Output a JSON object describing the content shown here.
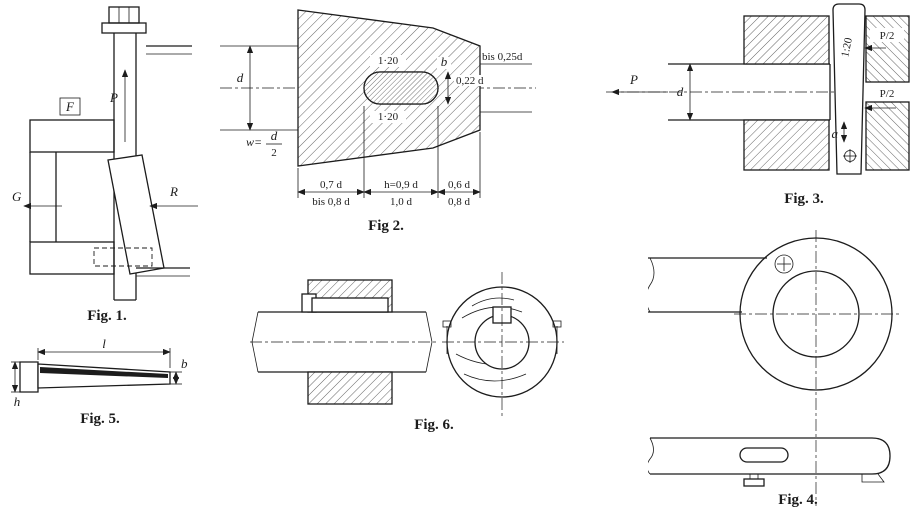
{
  "page": {
    "ink": "#1c1c1c",
    "paper": "#ffffff"
  },
  "fig1": {
    "caption": "Fig. 1.",
    "label_p": "P",
    "label_f": "F",
    "label_g": "G",
    "label_r": "R"
  },
  "fig2": {
    "caption": "Fig 2.",
    "label_d": "d",
    "taper_top": "1·20",
    "taper_bottom": "1·20",
    "label_b": "b",
    "dim_b_value": "0,22 d",
    "dim_b_range": "bis 0,25d",
    "label_w": "w=",
    "frac_numerator": "d",
    "frac_denominator": "2",
    "dim_row1_left": "0,7 d",
    "dim_row2_left": "bis 0,8 d",
    "dim_row1_mid": "h=0,9 d",
    "dim_row2_mid": "1,0 d",
    "dim_row1_right": "0,6 d",
    "dim_row2_right": "0,8 d"
  },
  "fig3": {
    "caption": "Fig. 3.",
    "label_p": "P",
    "label_d": "d",
    "label_p_half_top": "P/2",
    "label_p_half_bottom": "P/2",
    "taper": "1:20",
    "label_a": "a"
  },
  "fig4": {
    "caption": "Fig. 4."
  },
  "fig5": {
    "caption": "Fig. 5.",
    "label_l": "l",
    "label_b": "b",
    "label_h": "h"
  },
  "fig6": {
    "caption": "Fig. 6."
  }
}
